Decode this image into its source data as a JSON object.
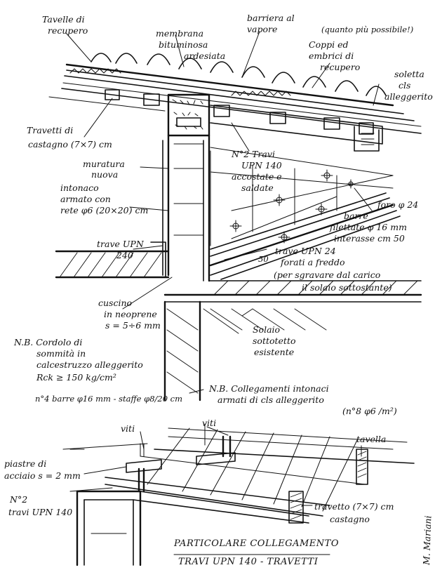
{
  "drawing": {
    "labels": {
      "tavelle_recupero_1": "Tavelle di",
      "tavelle_recupero_2": "recupero",
      "membrana_1": "membrana",
      "membrana_2": "bituminosa",
      "membrana_3": "ardesiata",
      "barriera_1": "barriera al",
      "barriera_2": "vapore",
      "quanto_piu": "(quanto più possibile!)",
      "coppi_1": "Coppi ed",
      "coppi_2": "embrici di",
      "coppi_3": "recupero",
      "soletta_1": "soletta",
      "soletta_2": "cls",
      "soletta_3": "alleggerito",
      "travetti_1": "Travetti di",
      "travetti_2": "castagno (7×7) cm",
      "muratura_1": "muratura",
      "muratura_2": "nuova",
      "travi_upn_1": "N°2 Travi",
      "travi_upn_2": "UPN 140",
      "travi_upn_3": "accostate e",
      "travi_upn_4": "saldate",
      "intonaco_1": "intonaco",
      "intonaco_2": "armato con",
      "intonaco_3": "rete φ6 (20×20) cm",
      "foro": "foro φ 24",
      "barre_1": "barre",
      "barre_2": "filettate φ 16 mm",
      "barre_3": "interasse cm 50",
      "trave_upn240_1": "trave UPN",
      "trave_upn240_2": "240",
      "trave_upn24_1": "trave UPN 24",
      "trave_upn24_2": "forati a freddo",
      "trave_upn24_3": "(per sgravare dal carico",
      "trave_upn24_4": "il solaio sottostante)",
      "cinquanta": "50",
      "cuscino_1": "cuscino",
      "cuscino_2": "in neoprene",
      "cuscino_3": "s = 5÷6 mm",
      "nb_cordolo_1": "N.B. Cordolo di",
      "nb_cordolo_2": "sommità in",
      "nb_cordolo_3": "calcestruzzo alleggerito",
      "nb_cordolo_4": "Rck ≥ 150 kg/cm²",
      "nb_cordolo_5": "n°4 barre φ16 mm - staffe φ8/20 cm",
      "solaio_1": "Solaio",
      "solaio_2": "sottotetto",
      "solaio_3": "esistente",
      "nb_collegamenti_1": "N.B. Collegamenti intonaci",
      "nb_collegamenti_2": "armati di cls alleggerito",
      "nb_collegamenti_3": "(n°8 φ6 /m²)",
      "viti_1": "viti",
      "viti_2": "viti",
      "tavella": "tavella",
      "piastre_1": "piastre di",
      "piastre_2": "acciaio s = 2 mm",
      "n2_travi_1": "N°2",
      "n2_travi_2": "travi UPN 140",
      "travetto_1": "travetto (7×7) cm",
      "travetto_2": "castagno",
      "caption_1": "PARTICOLARE COLLEGAMENTO",
      "caption_2": "TRAVI UPN 140 - TRAVETTI",
      "signature": "M. Mariani"
    }
  }
}
